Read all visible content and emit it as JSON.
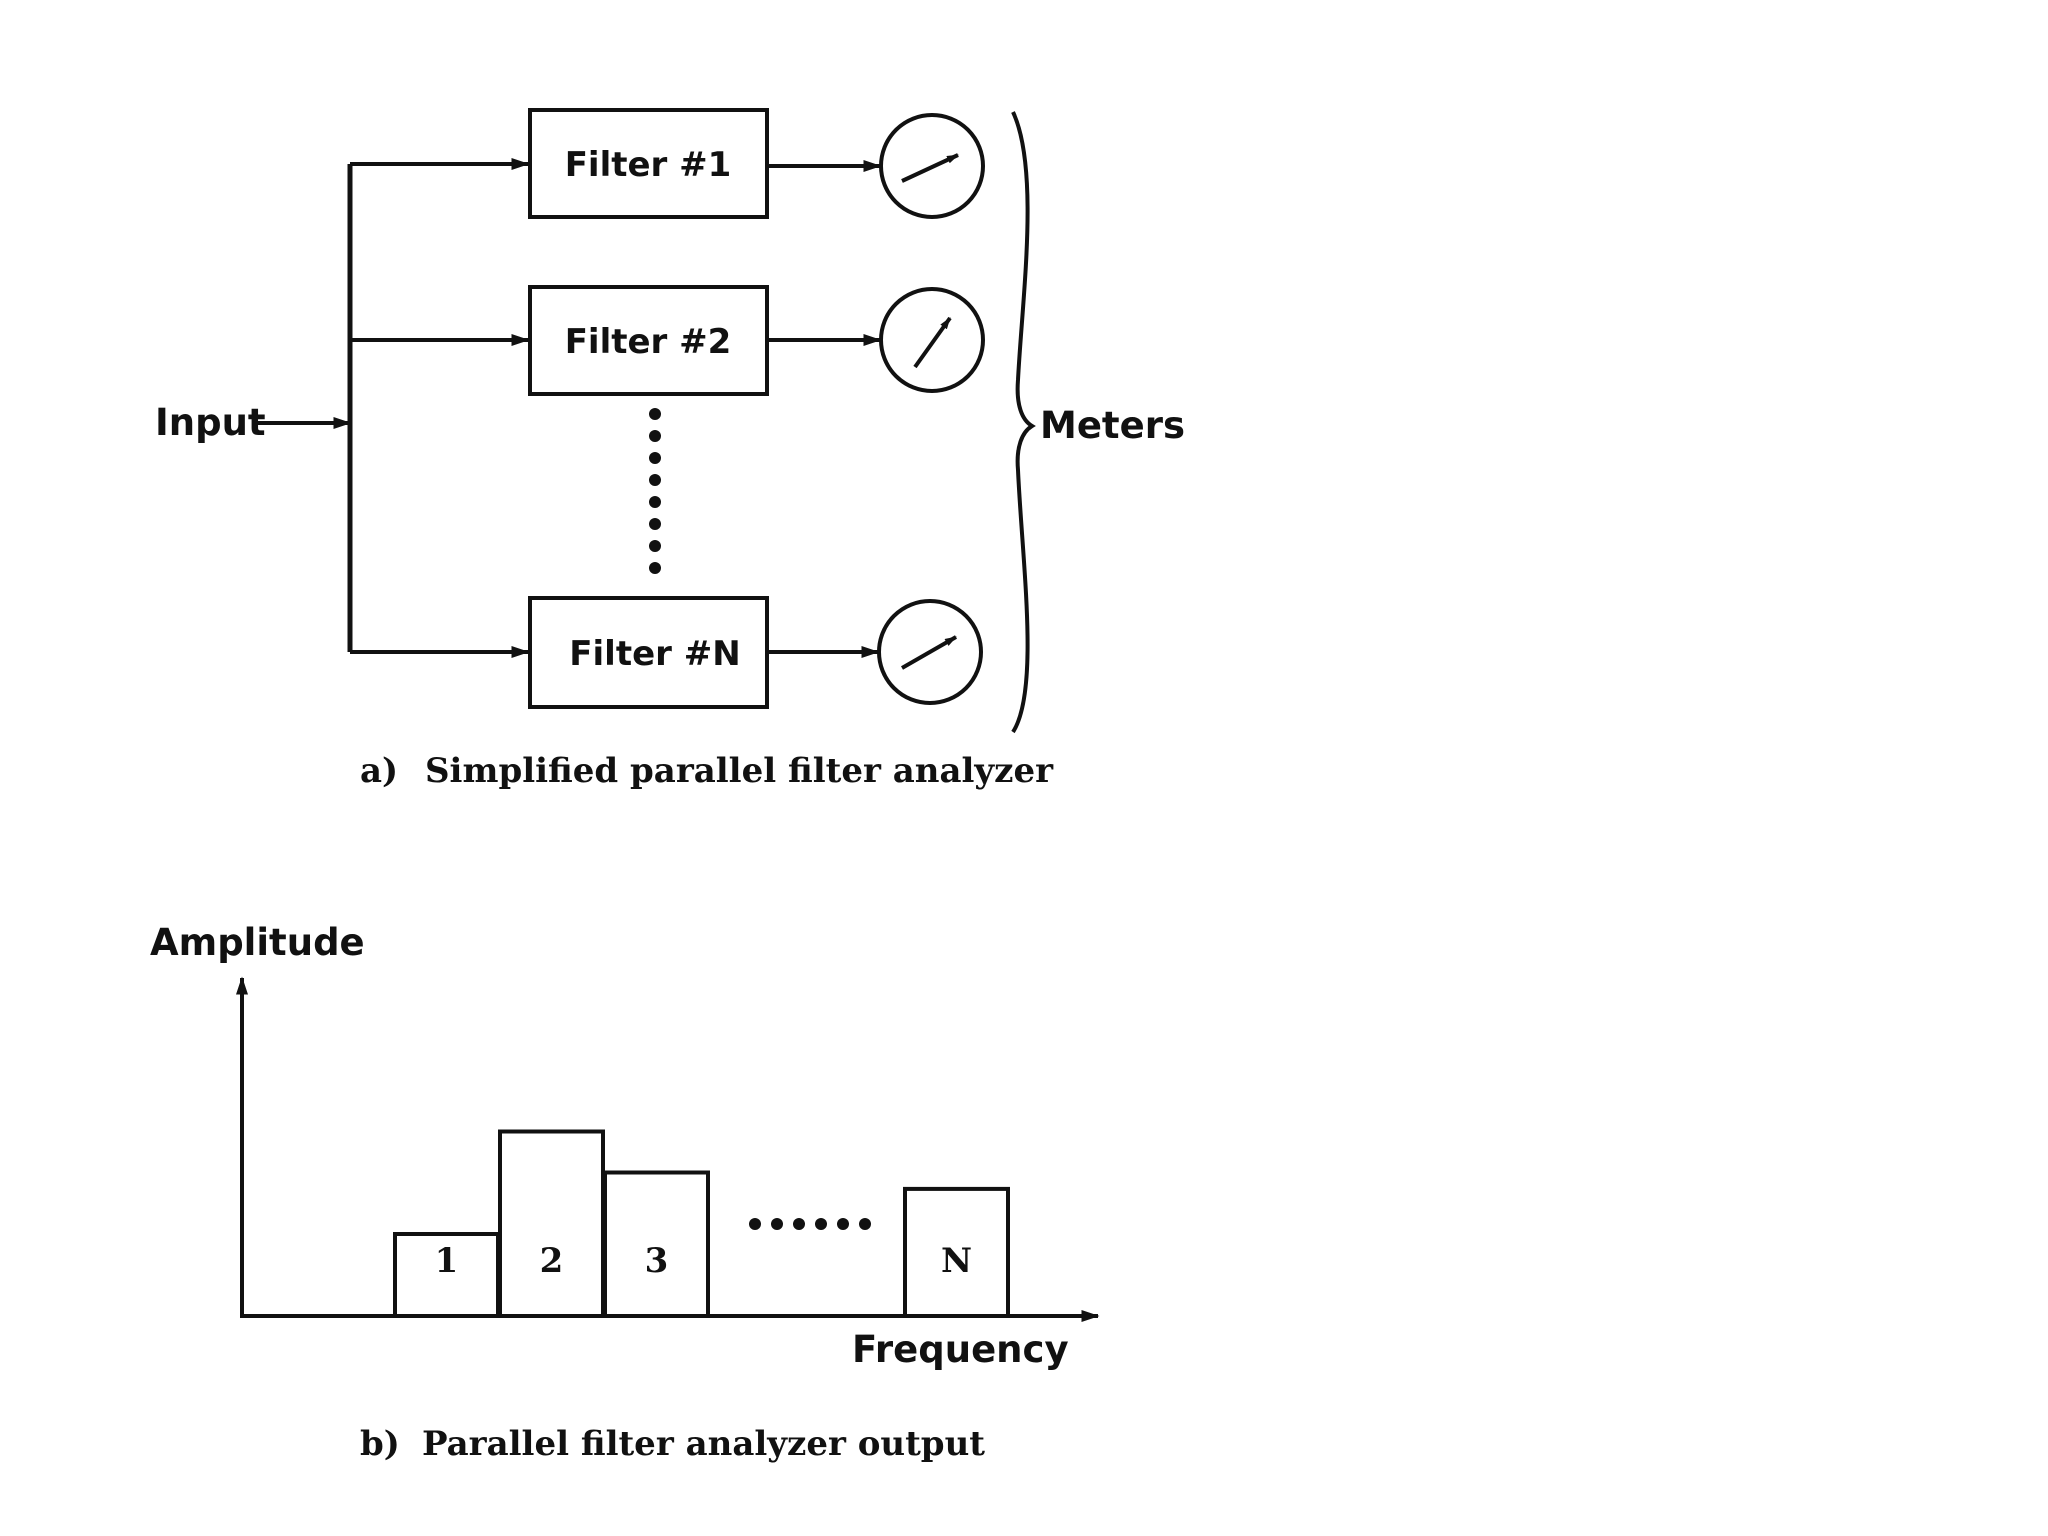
{
  "diagram_a": {
    "input_label": "Input",
    "filters": [
      "Filter #1",
      "Filter #2",
      "Filter #N"
    ],
    "meters_label": "Meters",
    "caption_letter": "a)",
    "caption_text": "Simplified parallel filter analyzer"
  },
  "diagram_b": {
    "y_axis_label": "Amplitude",
    "x_axis_label": "Frequency",
    "caption_letter": "b)",
    "caption_text": "Parallel filter analyzer output",
    "chart_data": {
      "type": "bar",
      "categories": [
        "1",
        "2",
        "3",
        "N"
      ],
      "values": [
        2,
        4.5,
        3.5,
        3.1
      ],
      "title": "",
      "xlabel": "Frequency",
      "ylabel": "Amplitude",
      "ylim": [
        0,
        6
      ],
      "grid": false
    }
  },
  "colors": {
    "ink": "#111111",
    "background": "#ffffff"
  }
}
